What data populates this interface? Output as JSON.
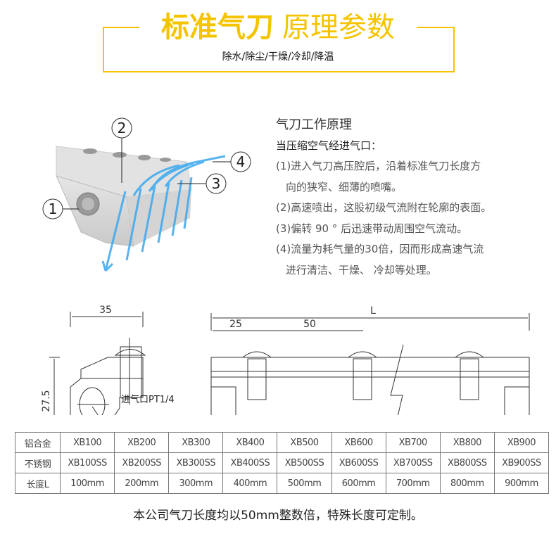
{
  "header": {
    "title_bold": "标准气刀",
    "title_regular": "原理参数",
    "subtitle": "除水/除尘/干燥/冷却/降温",
    "accent_color": "#f5c400"
  },
  "principle": {
    "title": "气刀工作原理",
    "intro": "当压缩空气经进气口：",
    "lines": [
      "(1)进入气刀高压腔后，沿着标准气刀长度方",
      "向的狭窄、细薄的喷嘴。",
      "(2)高速喷出，这股初级气流附在轮廓的表面。",
      "(3)偏转 90 ° 后迅速带动周围空气流动。",
      "(4)流量为耗气量的30倍，因而形成高速气流",
      "进行清洁、干燥、 冷却等处理。"
    ]
  },
  "illustration": {
    "callouts": [
      "1",
      "2",
      "3",
      "4"
    ]
  },
  "drawing": {
    "side_width": "35",
    "side_height": "27.5",
    "inlet_label": "进气口PT1/4",
    "length_label": "L",
    "first_offset": "25",
    "pitch": "50"
  },
  "table": {
    "rows": [
      {
        "label": "铝合金",
        "cells": [
          "XB100",
          "XB200",
          "XB300",
          "XB400",
          "XB500",
          "XB600",
          "XB700",
          "XB800",
          "XB900"
        ]
      },
      {
        "label": "不锈钢",
        "cells": [
          "XB100SS",
          "XB200SS",
          "XB300SS",
          "XB400SS",
          "XB500SS",
          "XB600SS",
          "XB700SS",
          "XB800SS",
          "XB900SS"
        ]
      },
      {
        "label": "长度L",
        "cells": [
          "100mm",
          "200mm",
          "300mm",
          "400mm",
          "500mm",
          "600mm",
          "700mm",
          "800mm",
          "900mm"
        ]
      }
    ]
  },
  "note": "本公司气刀长度均以50mm整数倍，特殊长度可定制。"
}
